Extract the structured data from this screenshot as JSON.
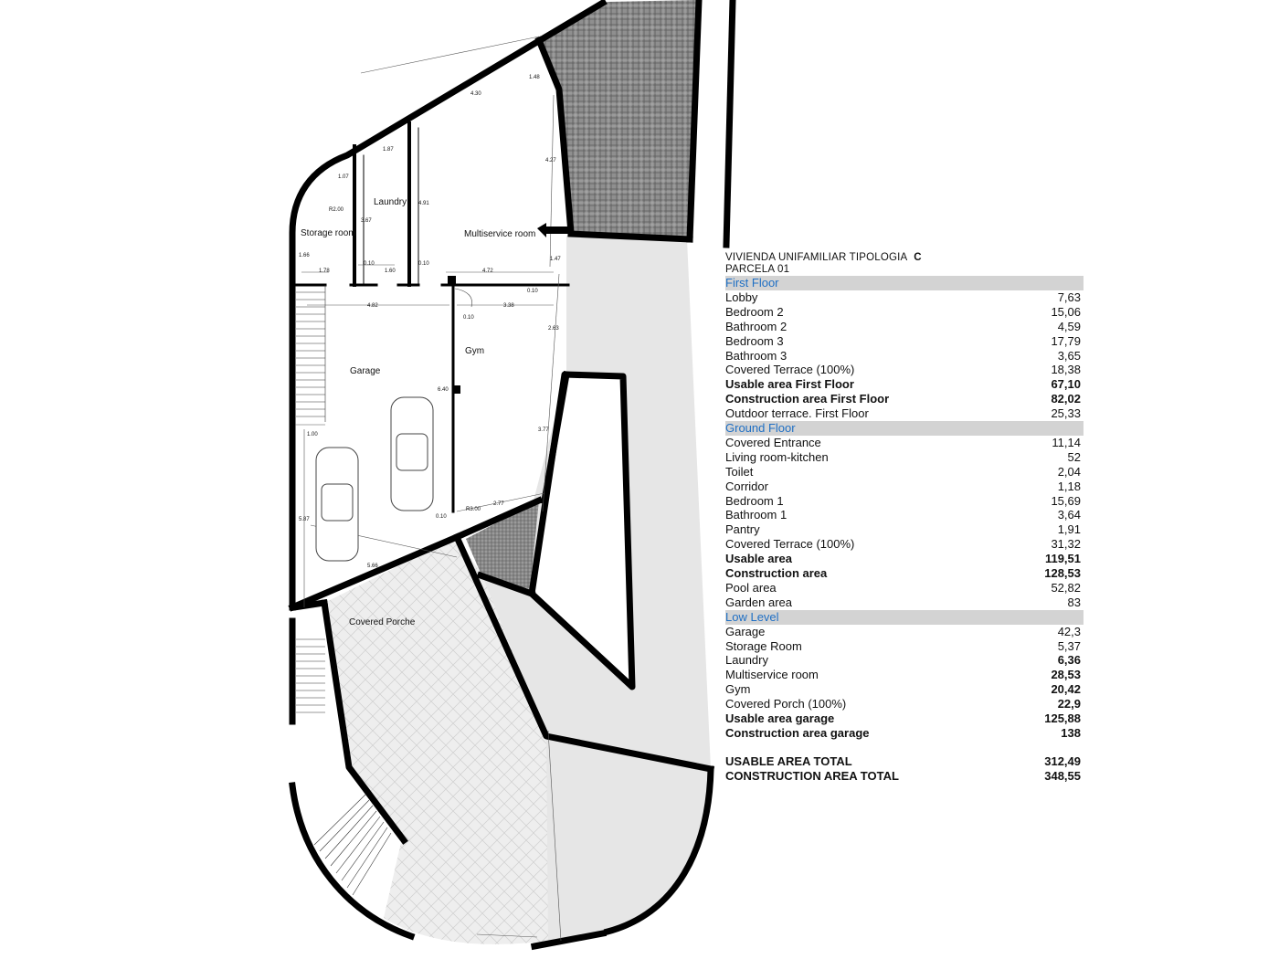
{
  "plan": {
    "room_labels": {
      "laundry": "Laundry",
      "storage_room": "Storage room",
      "multiservice_room": "Multiservice room",
      "garage": "Garage",
      "gym": "Gym",
      "covered_porche": "Covered Porche"
    },
    "dimensions": {
      "d_4_30": "4.30",
      "d_1_48": "1.48",
      "d_1_87": "1.87",
      "d_1_07": "1.07",
      "d_r2_00": "R2.00",
      "d_3_67": "3.67",
      "d_4_91": "4.91",
      "d_4_27": "4.27",
      "d_1_66": "1.66",
      "d_1_78": "1.78",
      "d_0_10a": "0.10",
      "d_1_60": "1.60",
      "d_0_10b": "0.10",
      "d_4_72": "4.72",
      "d_1_47": "1.47",
      "d_0_10c": "0.10",
      "d_4_82": "4.82",
      "d_3_38": "3.38",
      "d_0_10d": "0.10",
      "d_2_63": "2.63",
      "d_6_40": "6.40",
      "d_1_00": "1.00",
      "d_3_77": "3.77",
      "d_r3_00": "R3.00",
      "d_2_77": "2.77",
      "d_0_10e": "0.10",
      "d_5_87": "5.87",
      "d_5_66": "5.66"
    }
  },
  "table": {
    "title_line1": "VIVIENDA UNIFAMILIAR TIPOLOGIA",
    "title_letter": "C",
    "title_line2": "PARCELA  01",
    "sections": [
      {
        "header": "First Floor",
        "rows": [
          {
            "label": "Lobby",
            "value": "7,63",
            "bold": false
          },
          {
            "label": "Bedroom 2",
            "value": "15,06",
            "bold": false
          },
          {
            "label": "Bathroom 2",
            "value": "4,59",
            "bold": false
          },
          {
            "label": "Bedroom 3",
            "value": "17,79",
            "bold": false
          },
          {
            "label": "Bathroom 3",
            "value": "3,65",
            "bold": false
          },
          {
            "label": "Covered Terrace (100%)",
            "value": "18,38",
            "bold": false
          },
          {
            "label": "Usable area First Floor",
            "value": "67,10",
            "bold": true
          },
          {
            "label": "Construction area First Floor",
            "value": "82,02",
            "bold": true
          },
          {
            "label": "Outdoor terrace.  First Floor",
            "value": "25,33",
            "bold": false
          }
        ]
      },
      {
        "header": "Ground Floor",
        "rows": [
          {
            "label": "Covered Entrance",
            "value": "11,14",
            "bold": false
          },
          {
            "label": "Living room-kitchen",
            "value": "52",
            "bold": false
          },
          {
            "label": "Toilet",
            "value": "2,04",
            "bold": false
          },
          {
            "label": "Corridor",
            "value": "1,18",
            "bold": false
          },
          {
            "label": "Bedroom 1",
            "value": "15,69",
            "bold": false
          },
          {
            "label": "Bathroom 1",
            "value": "3,64",
            "bold": false
          },
          {
            "label": "Pantry",
            "value": "1,91",
            "bold": false
          },
          {
            "label": "Covered Terrace (100%)",
            "value": "31,32",
            "bold": false
          },
          {
            "label": "Usable area",
            "value": "119,51",
            "bold": true
          },
          {
            "label": "Construction area",
            "value": "128,53",
            "bold": true
          },
          {
            "label": "Pool area",
            "value": "52,82",
            "bold": false
          },
          {
            "label": "Garden area",
            "value": "83",
            "bold": false
          }
        ]
      },
      {
        "header": "Low Level",
        "rows": [
          {
            "label": "Garage",
            "value": "42,3",
            "bold": false
          },
          {
            "label": "Storage Room",
            "value": "5,37",
            "bold": false
          },
          {
            "label": "Laundry",
            "value": "6,36",
            "bold": false,
            "value_bold": true
          },
          {
            "label": "Multiservice room",
            "value": "28,53",
            "bold": false,
            "value_bold": true
          },
          {
            "label": "Gym",
            "value": "20,42",
            "bold": false,
            "value_bold": true
          },
          {
            "label": "Covered Porch (100%)",
            "value": "22,9",
            "bold": false,
            "value_bold": true
          },
          {
            "label": "Usable area garage",
            "value": "125,88",
            "bold": true
          },
          {
            "label": "Construction area garage",
            "value": "138",
            "bold": true
          }
        ]
      }
    ],
    "totals": [
      {
        "label": "USABLE AREA TOTAL",
        "value": "312,49"
      },
      {
        "label": "CONSTRUCTION AREA TOTAL",
        "value": "348,55"
      }
    ]
  },
  "colors": {
    "section_header_bg": "#d3d3d3",
    "section_header_text": "#1f6fc4",
    "wall": "#000000",
    "paving": "#e6e6e6"
  }
}
